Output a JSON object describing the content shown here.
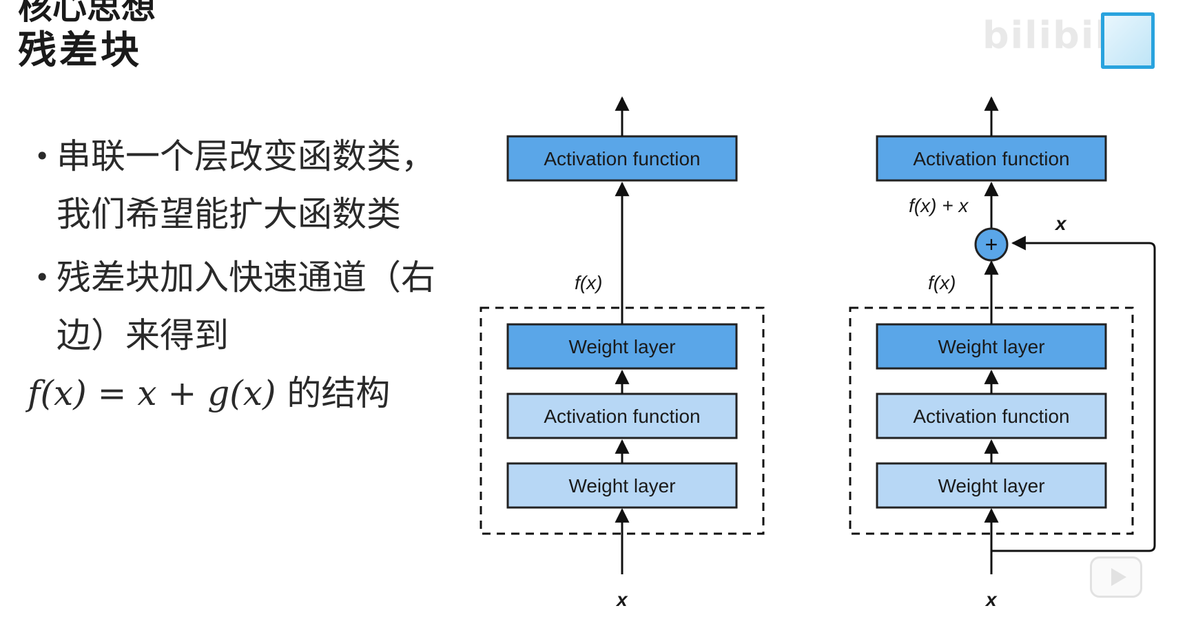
{
  "slide": {
    "cut_heading": "核心思想",
    "title": "残差块",
    "bullets": [
      {
        "text": "串联一个层改变函数类，我们希望能扩大函数类"
      },
      {
        "text": "残差块加入快速通道（右边）来得到",
        "formula": "f(x) = x + g(x)",
        "formula_suffix": "的结构"
      }
    ]
  },
  "diagram_left": {
    "top_box": "Activation function",
    "label_fx": "f(x)",
    "weight_top": "Weight layer",
    "activation_mid": "Activation function",
    "weight_bottom": "Weight layer",
    "input": "x"
  },
  "diagram_right": {
    "top_box": "Activation function",
    "label_sum": "f(x) + x",
    "plus": "+",
    "label_skip": "x",
    "label_fx": "f(x)",
    "weight_top": "Weight layer",
    "activation_mid": "Activation function",
    "weight_bottom": "Weight layer",
    "input": "x"
  },
  "colors": {
    "dark_box": "#5aa6e8",
    "light_box": "#b7d7f5",
    "box_border": "#222222",
    "logo": "#29a3de"
  },
  "icons": [
    "bilibili-logo-icon",
    "play-button-icon"
  ]
}
